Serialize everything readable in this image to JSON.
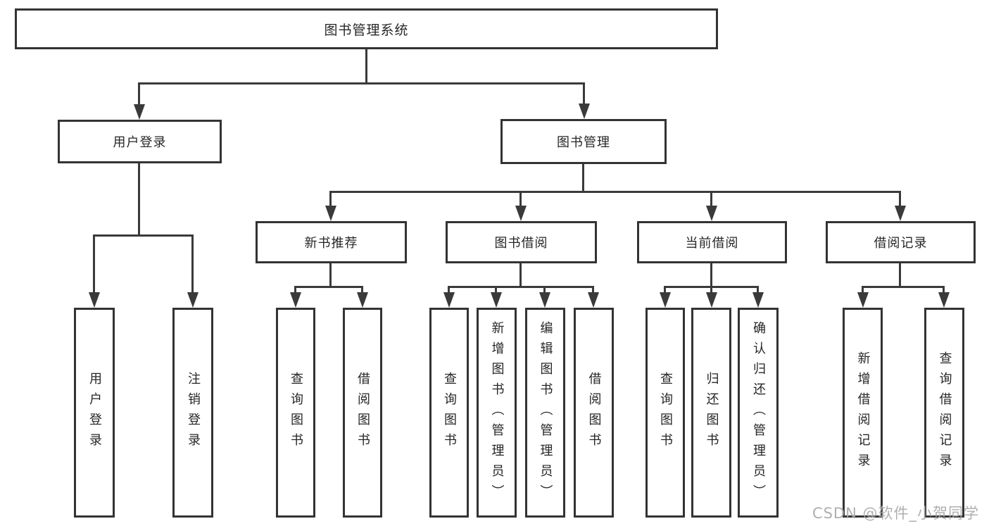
{
  "diagram_type": "tree",
  "colors": {
    "background": "#ffffff",
    "box_border": "#333333",
    "line": "#3a3a3a",
    "text": "#262626",
    "watermark": "#a8a8a8"
  },
  "tree": {
    "label": "图书管理系统",
    "children": [
      {
        "label": "用户登录",
        "children": [
          {
            "label": "用户登录"
          },
          {
            "label": "注销登录"
          }
        ]
      },
      {
        "label": "图书管理",
        "children": [
          {
            "label": "新书推荐",
            "children": [
              {
                "label": "查询图书"
              },
              {
                "label": "借阅图书"
              }
            ]
          },
          {
            "label": "图书借阅",
            "children": [
              {
                "label": "查询图书"
              },
              {
                "label": "新增图书（管理员）"
              },
              {
                "label": "编辑图书（管理员）"
              },
              {
                "label": "借阅图书"
              }
            ]
          },
          {
            "label": "当前借阅",
            "children": [
              {
                "label": "查询图书"
              },
              {
                "label": "归还图书"
              },
              {
                "label": "确认归还（管理员）"
              }
            ]
          },
          {
            "label": "借阅记录",
            "children": [
              {
                "label": "新增借阅记录"
              },
              {
                "label": "查询借阅记录"
              }
            ]
          }
        ]
      }
    ]
  },
  "watermark": "CSDN @软件_小贺同学"
}
